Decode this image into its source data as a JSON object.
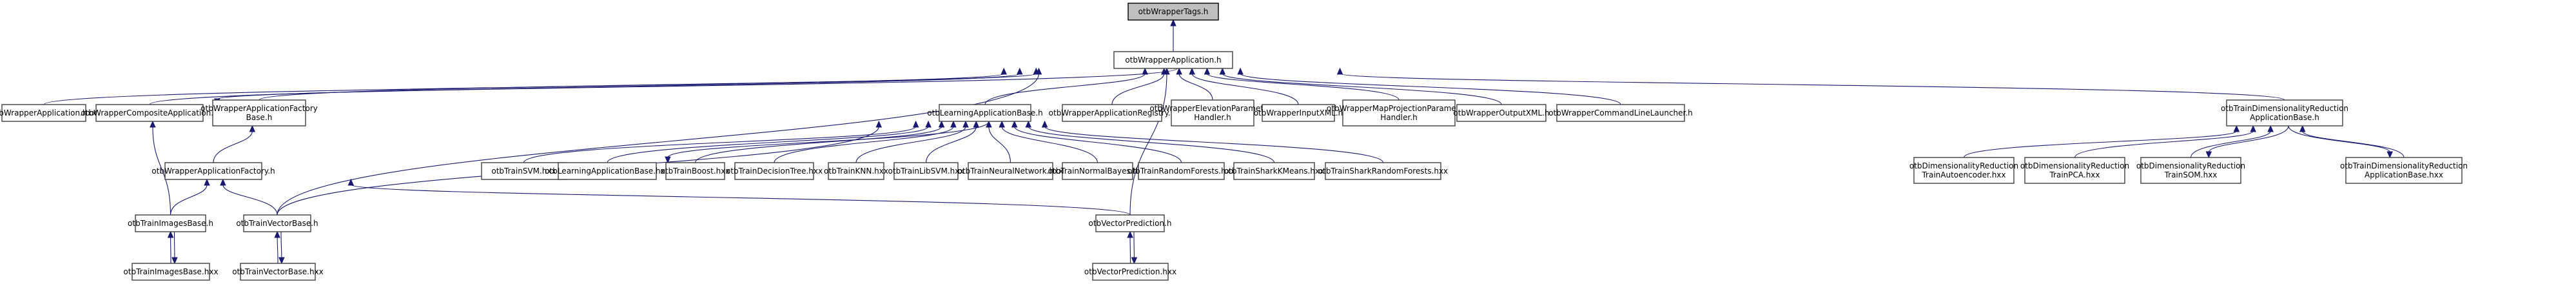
{
  "diagram": {
    "type": "include-dependency-graph",
    "root": "otbWrapperTags.h",
    "nodes": [
      {
        "id": "tags",
        "label": [
          "otbWrapperTags.h"
        ],
        "highlighted": true
      },
      {
        "id": "app_h",
        "label": [
          "otbWrapperApplication.h"
        ]
      },
      {
        "id": "app_hxx",
        "label": [
          "otbWrapperApplication.hxx"
        ]
      },
      {
        "id": "composite",
        "label": [
          "otbWrapperCompositeApplication.h"
        ]
      },
      {
        "id": "factory_base",
        "label": [
          "otbWrapperApplicationFactory",
          "Base.h"
        ]
      },
      {
        "id": "learning_h",
        "label": [
          "otbLearningApplicationBase.h"
        ]
      },
      {
        "id": "registry",
        "label": [
          "otbWrapperApplicationRegistry.h"
        ]
      },
      {
        "id": "elevation",
        "label": [
          "otbWrapperElevationParameters",
          "Handler.h"
        ]
      },
      {
        "id": "inputxml",
        "label": [
          "otbWrapperInputXML.h"
        ]
      },
      {
        "id": "mapproj",
        "label": [
          "otbWrapperMapProjectionParameters",
          "Handler.h"
        ]
      },
      {
        "id": "outputxml",
        "label": [
          "otbWrapperOutputXML.h"
        ]
      },
      {
        "id": "cmdline",
        "label": [
          "otbWrapperCommandLineLauncher.h"
        ]
      },
      {
        "id": "dr_base_h",
        "label": [
          "otbTrainDimensionalityReduction",
          "ApplicationBase.h"
        ]
      },
      {
        "id": "factory",
        "label": [
          "otbWrapperApplicationFactory.h"
        ]
      },
      {
        "id": "svm",
        "label": [
          "otbTrainSVM.hxx"
        ]
      },
      {
        "id": "learning_hxx",
        "label": [
          "otbLearningApplicationBase.hxx"
        ]
      },
      {
        "id": "boost",
        "label": [
          "otbTrainBoost.hxx"
        ]
      },
      {
        "id": "dtree",
        "label": [
          "otbTrainDecisionTree.hxx"
        ]
      },
      {
        "id": "knn",
        "label": [
          "otbTrainKNN.hxx"
        ]
      },
      {
        "id": "libsvm",
        "label": [
          "otbTrainLibSVM.hxx"
        ]
      },
      {
        "id": "nn",
        "label": [
          "otbTrainNeuralNetwork.hxx"
        ]
      },
      {
        "id": "bayes",
        "label": [
          "otbTrainNormalBayes.hxx"
        ]
      },
      {
        "id": "rf",
        "label": [
          "otbTrainRandomForests.hxx"
        ]
      },
      {
        "id": "kmeans",
        "label": [
          "otbTrainSharkKMeans.hxx"
        ]
      },
      {
        "id": "sharkrf",
        "label": [
          "otbTrainSharkRandomForests.hxx"
        ]
      },
      {
        "id": "dr_ae",
        "label": [
          "otbDimensionalityReduction",
          "TrainAutoencoder.hxx"
        ]
      },
      {
        "id": "dr_pca",
        "label": [
          "otbDimensionalityReduction",
          "TrainPCA.hxx"
        ]
      },
      {
        "id": "dr_som",
        "label": [
          "otbDimensionalityReduction",
          "TrainSOM.hxx"
        ]
      },
      {
        "id": "dr_base_hxx",
        "label": [
          "otbTrainDimensionalityReduction",
          "ApplicationBase.hxx"
        ]
      },
      {
        "id": "images_h",
        "label": [
          "otbTrainImagesBase.h"
        ]
      },
      {
        "id": "vector_h",
        "label": [
          "otbTrainVectorBase.h"
        ]
      },
      {
        "id": "vpred_h",
        "label": [
          "otbVectorPrediction.h"
        ]
      },
      {
        "id": "images_hxx",
        "label": [
          "otbTrainImagesBase.hxx"
        ]
      },
      {
        "id": "vector_hxx",
        "label": [
          "otbTrainVectorBase.hxx"
        ]
      },
      {
        "id": "vpred_hxx",
        "label": [
          "otbVectorPrediction.hxx"
        ]
      }
    ],
    "edges": [
      [
        "app_h",
        "tags"
      ],
      [
        "app_hxx",
        "app_h"
      ],
      [
        "app_h",
        "app_hxx"
      ],
      [
        "composite",
        "app_h"
      ],
      [
        "factory_base",
        "app_h"
      ],
      [
        "learning_h",
        "app_h"
      ],
      [
        "registry",
        "app_h"
      ],
      [
        "elevation",
        "app_h"
      ],
      [
        "inputxml",
        "app_h"
      ],
      [
        "mapproj",
        "app_h"
      ],
      [
        "outputxml",
        "app_h"
      ],
      [
        "cmdline",
        "app_h"
      ],
      [
        "dr_base_h",
        "app_h"
      ],
      [
        "vector_h",
        "app_h"
      ],
      [
        "vpred_h",
        "app_h"
      ],
      [
        "factory",
        "factory_base"
      ],
      [
        "images_h",
        "factory"
      ],
      [
        "vector_h",
        "factory"
      ],
      [
        "vpred_h",
        "factory"
      ],
      [
        "images_h",
        "composite"
      ],
      [
        "svm",
        "learning_h"
      ],
      [
        "learning_hxx",
        "learning_h"
      ],
      [
        "learning_h",
        "learning_hxx"
      ],
      [
        "boost",
        "learning_h"
      ],
      [
        "dtree",
        "learning_h"
      ],
      [
        "knn",
        "learning_h"
      ],
      [
        "libsvm",
        "learning_h"
      ],
      [
        "nn",
        "learning_h"
      ],
      [
        "bayes",
        "learning_h"
      ],
      [
        "rf",
        "learning_h"
      ],
      [
        "kmeans",
        "learning_h"
      ],
      [
        "sharkrf",
        "learning_h"
      ],
      [
        "vector_h",
        "learning_h"
      ],
      [
        "dr_ae",
        "dr_base_h"
      ],
      [
        "dr_pca",
        "dr_base_h"
      ],
      [
        "dr_som",
        "dr_base_h"
      ],
      [
        "dr_base_h",
        "dr_som"
      ],
      [
        "dr_base_hxx",
        "dr_base_h"
      ],
      [
        "dr_base_h",
        "dr_base_hxx"
      ],
      [
        "images_hxx",
        "images_h"
      ],
      [
        "images_h",
        "images_hxx"
      ],
      [
        "vector_hxx",
        "vector_h"
      ],
      [
        "vector_h",
        "vector_hxx"
      ],
      [
        "vpred_hxx",
        "vpred_h"
      ],
      [
        "vpred_h",
        "vpred_hxx"
      ]
    ],
    "colors": {
      "edge": "#191970",
      "root_fill": "#bfbfbf",
      "node_fill": "#ffffff",
      "node_border": "#3f3f3f"
    }
  }
}
